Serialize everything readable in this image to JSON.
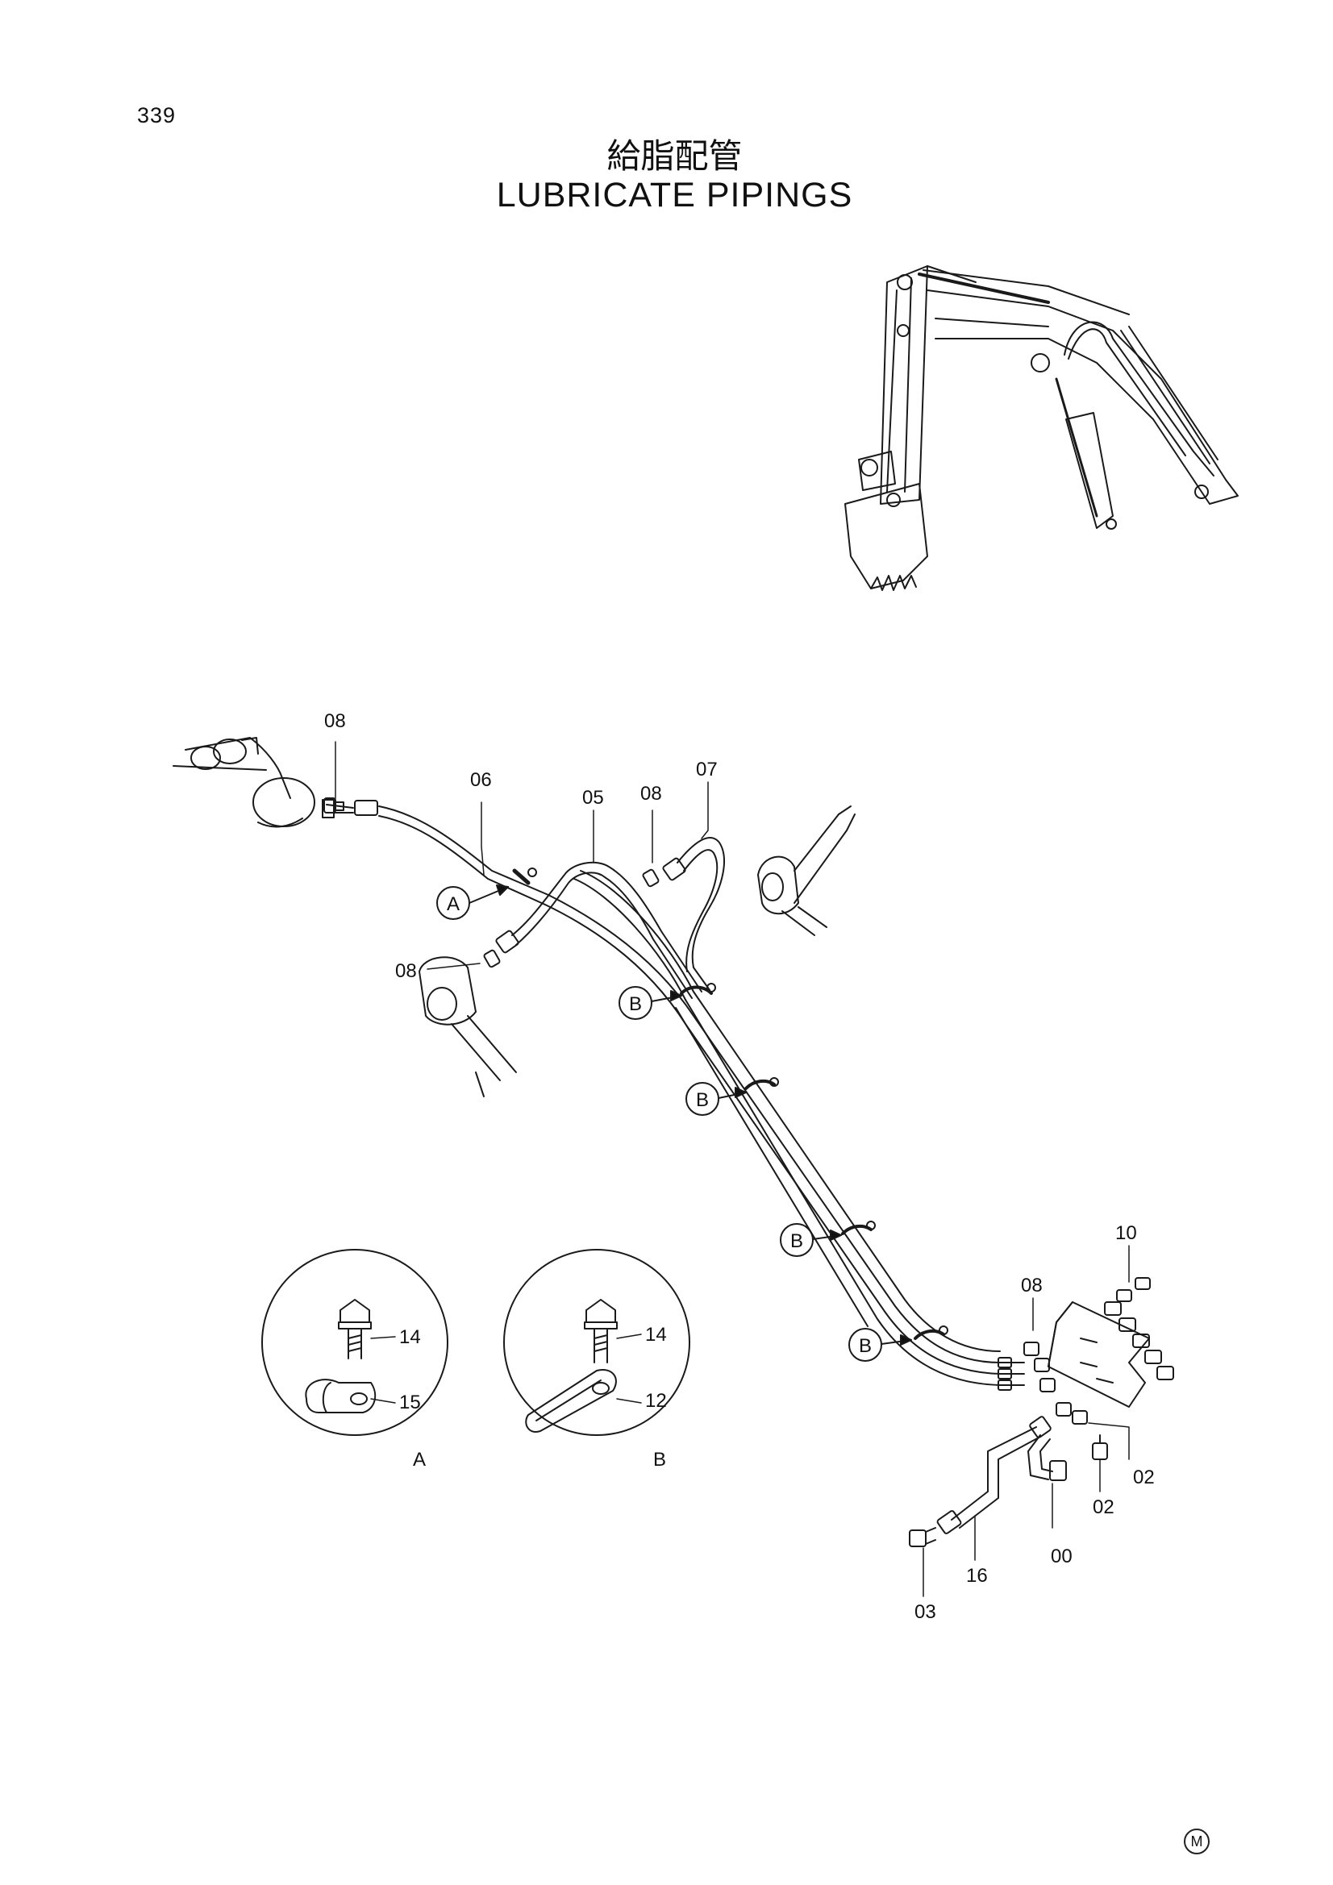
{
  "page": {
    "number": "339",
    "title_jp": "給脂配管",
    "title_en": "LUBRICATE PIPINGS",
    "mark": "M"
  },
  "callouts": {
    "c00": "00",
    "c02a": "02",
    "c02b": "02",
    "c03": "03",
    "c05": "05",
    "c06": "06",
    "c07": "07",
    "c08a": "08",
    "c08b": "08",
    "c08c": "08",
    "c08d": "08",
    "c10": "10",
    "c16": "16",
    "c14a": "14",
    "c15": "15",
    "c14b": "14",
    "c12": "12"
  },
  "tags": {
    "a": "A",
    "b1": "B",
    "b2": "B",
    "b3": "B",
    "b4": "B"
  },
  "details": {
    "a_label": "A",
    "b_label": "B"
  }
}
